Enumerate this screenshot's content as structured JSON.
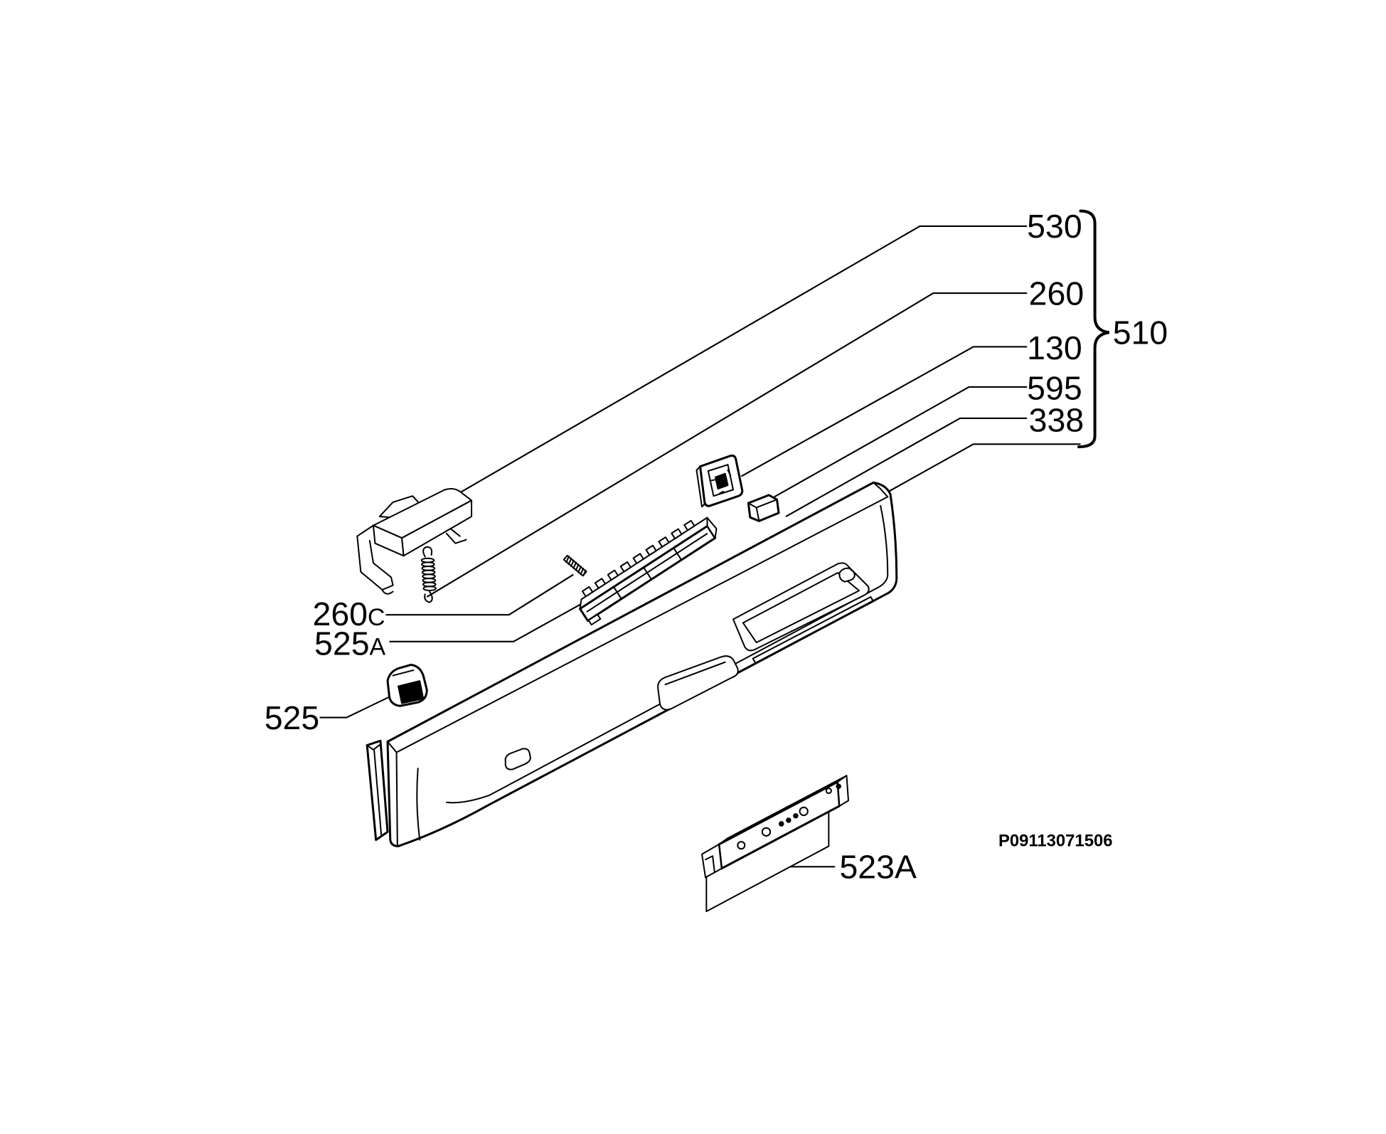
{
  "callouts": {
    "c530": "530",
    "c260": "260",
    "c130": "130",
    "c595": "595",
    "c338": "338",
    "c510": "510",
    "c260c": {
      "number": "260",
      "suffix": "C"
    },
    "c525a": {
      "number": "525",
      "suffix": "A"
    },
    "c525": "525",
    "c523a": "523A"
  },
  "drawing_code": "P09113071506",
  "colors": {
    "ink": "#000000",
    "background": "#ffffff"
  }
}
